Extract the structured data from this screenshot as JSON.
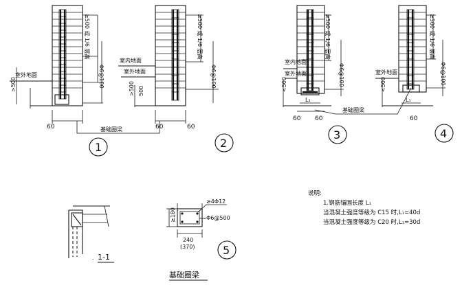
{
  "title": "基础圈梁",
  "details": {
    "ring_beam_label": "基础圈梁",
    "d1": {
      "number": "1",
      "outdoor": "室外地面",
      "dim_left": ">500",
      "height_note": "≥500 或 1/6 层高",
      "rebar_v": "Φ6@100",
      "dim_bottom": "60"
    },
    "d2": {
      "number": "2",
      "indoor": "室内地面",
      "outdoor": "室外地面",
      "dim_left": ">500",
      "dim_left2": "500",
      "height_note": "≥500 或 1/6 层高",
      "rebar_v": "Φ6@100",
      "dim_bottom": "60",
      "dim_bottom2": "60"
    },
    "d3": {
      "number": "3",
      "indoor": "室内地面",
      "outdoor": "室外地面",
      "dim_left": "<500",
      "height_note": "≥500 或 1/6 层高",
      "rebar_v": "Φ6@100",
      "anchorage": "L₁",
      "dim_bottom": "60",
      "dim_bottom2": "60"
    },
    "d4": {
      "number": "4",
      "outdoor": "室外地面",
      "dim_left": "<500",
      "height_note": "≥500 或 1/6 层高",
      "rebar_v": "Φ6@100",
      "anchorage": "L₁",
      "dim_bottom": "60"
    }
  },
  "section": {
    "marker_dot": ".",
    "label": "1-1"
  },
  "beam_section": {
    "number": "5",
    "main_rebar": "≥4Φ12",
    "stirrup": "Φ6@500",
    "height": "≥180",
    "width": "240",
    "width_alt": "(370)"
  },
  "notes": {
    "heading": "说明:",
    "lines": [
      "1.钢筋锚固长度 L₁",
      "当混凝土强度等级为 C15 时,L₁=40d",
      "当混凝土强度等级为 C20 时,L₁=30d"
    ]
  }
}
